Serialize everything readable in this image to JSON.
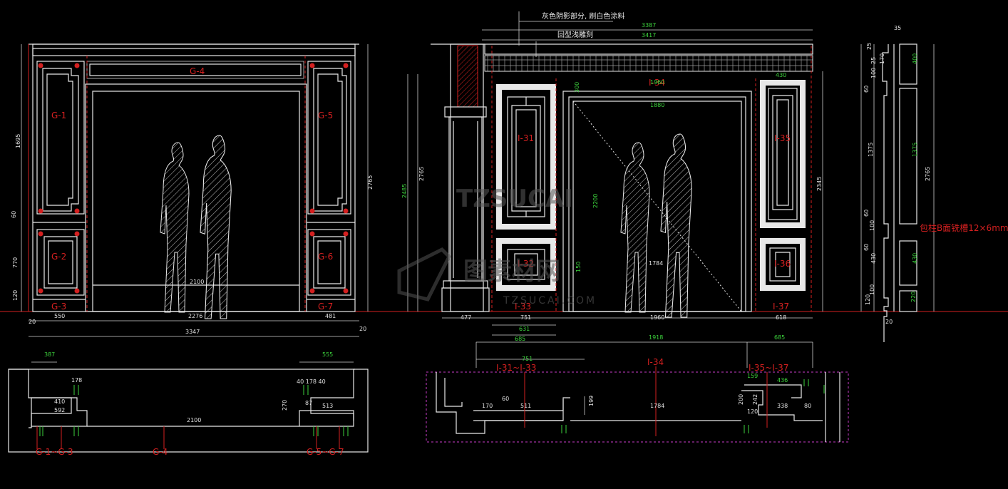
{
  "labels": {
    "left": [
      "G-1",
      "G-2",
      "G-3",
      "G-4",
      "G-5",
      "G-6",
      "G-7"
    ],
    "left_plan": [
      "G-1~G-3",
      "G-4",
      "G-5~G-7"
    ],
    "right": [
      "I-31",
      "I-32",
      "I-33",
      "I-34",
      "I-35",
      "I-36",
      "I-37"
    ],
    "right_plan": [
      "I-31~I-33",
      "I-34",
      "I-35~I-37"
    ]
  },
  "notes": {
    "gray_shadow": "灰色阴影部分, 刷白色涂料",
    "moulding": "回型浅雕刻",
    "wrap_column": "包柱B面铣槽12×6mm"
  },
  "dims_white": {
    "l_h_total": "2765",
    "l_h_upper": "1695",
    "l_h_60": "60",
    "l_h_770": "770",
    "l_h_120": "120",
    "l_opening": "2100",
    "l_w_550": "550",
    "l_w_2276": "2276",
    "l_w_481": "481",
    "l_w_3347": "3347",
    "l_w_20a": "20",
    "l_w_20b": "20",
    "l_plan_387": "387",
    "l_plan_555": "555",
    "l_plan_410a": "410",
    "l_plan_178": "178",
    "l_plan_592": "592",
    "l_plan_2100": "2100",
    "l_plan_270": "270",
    "l_plan_4017840": "40 178 40",
    "l_plan_87": "87",
    "l_plan_513": "513",
    "r_3387": "3387",
    "r_3417": "3417",
    "r_h_2765": "2765",
    "r_h_2485": "2485",
    "r_h_2200": "2200",
    "r_h_2345": "2345",
    "r_w_477": "477",
    "r_w_751": "751",
    "r_w_1960": "1960",
    "r_w_618": "618",
    "r_w_1784": "1784",
    "r_w_631": "631",
    "r_w_685a": "685",
    "r_w_1918": "1918",
    "r_w_685b": "685",
    "r_w_751b": "751",
    "r_plan_170": "170",
    "r_plan_60": "60",
    "r_plan_511": "511",
    "r_plan_199": "199",
    "r_plan_1784": "1784",
    "r_plan_200": "200",
    "r_plan_242": "242",
    "r_plan_120": "120",
    "r_plan_338": "338",
    "r_plan_80": "80",
    "s_35": "35",
    "s_25": "25",
    "s_170": "170",
    "s_25b": "25",
    "s_100": "100",
    "s_60": "60",
    "s_1375": "1375",
    "s_2765": "2765",
    "s_60b": "60",
    "s_100b": "100",
    "s_60c": "60",
    "s_430": "430",
    "s_120": "120",
    "s_100c": "100",
    "s_20": "20"
  },
  "dims_green": {
    "r_1960": "1960",
    "r_1880": "1880",
    "r_60a": "60",
    "r_430": "430",
    "r_300": "300",
    "r_150": "150",
    "s_400": "400",
    "s_1375": "1375",
    "s_2765": "2765",
    "s_430": "430",
    "s_220": "220",
    "r_plan_436": "436",
    "r_plan_159": "159"
  },
  "watermark": {
    "big": "TZSUCAI",
    "cn": "图素材网",
    "small": "TZSUCAI.COM"
  },
  "colors": {
    "line": "#e8e8e8",
    "red": "#d42020",
    "green": "#3cd23c",
    "magenta": "#c83cc8",
    "background": "#000000"
  }
}
